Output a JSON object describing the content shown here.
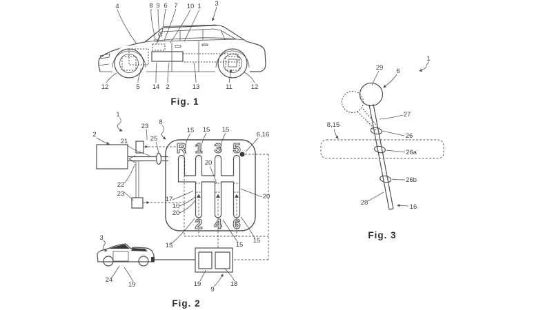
{
  "sheet": {
    "background": "#ffffff",
    "ink": "#4d4d4d"
  },
  "figure1": {
    "caption": "Fig. 1",
    "top_labels": [
      "4",
      "8",
      "9",
      "6",
      "7",
      "10",
      "1",
      "3"
    ],
    "bottom_labels": [
      "12",
      "5",
      "14",
      "2",
      "13",
      "11",
      "12"
    ]
  },
  "figure2": {
    "caption": "Fig. 2",
    "ref_1": "1",
    "ref_2": "2",
    "ref_8": "8",
    "ref_21": "21",
    "ref_22": "22",
    "ref_23_upper": "23",
    "ref_23_lower": "23",
    "ref_25": "25",
    "ref_15_top": [
      "15",
      "15",
      "15"
    ],
    "ref_15_bottom": [
      "15",
      "15",
      "15"
    ],
    "ref_6_16": "6,16",
    "ref_17": "17",
    "ref_10": "10",
    "ref_20_left": "20",
    "ref_20_mid": "20",
    "ref_20_right": "20",
    "gate_top": [
      "R",
      "1",
      "3",
      "5"
    ],
    "gate_bottom": [
      "2",
      "4",
      "6"
    ],
    "ref_3": "3",
    "ref_24": "24",
    "ref_19_car": "19",
    "ref_19_box": "19",
    "ref_18": "18",
    "ref_9": "9"
  },
  "figure3": {
    "caption": "Fig. 3",
    "ref_1": "1",
    "ref_29": "29",
    "ref_6": "6",
    "ref_27": "27",
    "ref_8_15": "8,15",
    "ref_26": "26",
    "ref_26a": "26a",
    "ref_26b": "26b",
    "ref_28": "28",
    "ref_16": "16"
  }
}
